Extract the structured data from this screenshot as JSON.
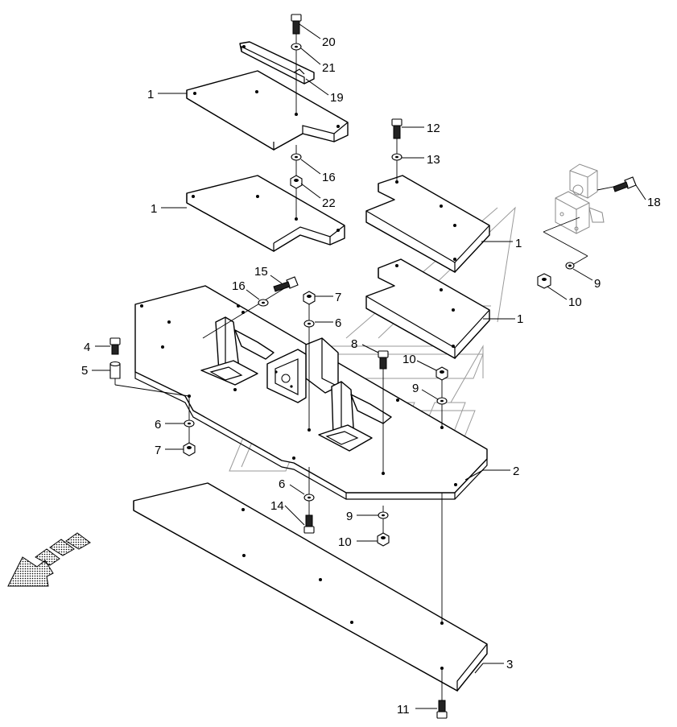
{
  "callouts": {
    "c20": "20",
    "c21": "21",
    "c19": "19",
    "c1a": "1",
    "c16a": "16",
    "c22": "22",
    "c1b": "1",
    "c12": "12",
    "c13": "13",
    "c18": "18",
    "c1c": "1",
    "c9a": "9",
    "c10a": "10",
    "c15": "15",
    "c16b": "16",
    "c7a": "7",
    "c6a": "6",
    "c1d": "1",
    "c4": "4",
    "c5": "5",
    "c8": "8",
    "c10b": "10",
    "c9b": "9",
    "c6b": "6",
    "c7b": "7",
    "c2": "2",
    "c6c": "6",
    "c14": "14",
    "c9c": "9",
    "c10c": "10",
    "c3": "3",
    "c11": "11"
  },
  "icons": {
    "direction": "forward-direction-arrow-icon",
    "watermark": "brand-watermark"
  }
}
